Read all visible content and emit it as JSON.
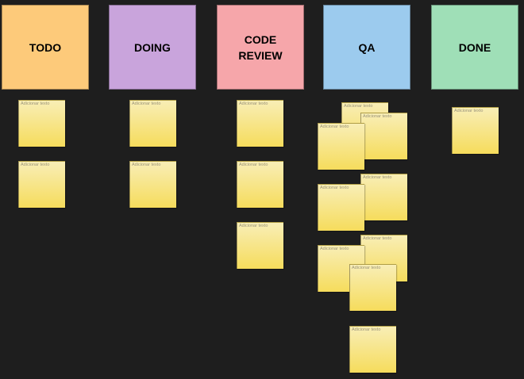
{
  "columns": [
    {
      "title": "TODO",
      "color": "#fdca7a"
    },
    {
      "title": "DOING",
      "color": "#c9a4dc"
    },
    {
      "title": "CODE\nREVIEW",
      "color": "#f6a6aa"
    },
    {
      "title": "QA",
      "color": "#9ccbee"
    },
    {
      "title": "DONE",
      "color": "#9fdfb7"
    }
  ],
  "note_placeholder": "Adicionar texto",
  "notes_per_column": {
    "TODO": 2,
    "DOING": 2,
    "CODE REVIEW": 3,
    "QA": 9,
    "DONE": 1
  }
}
